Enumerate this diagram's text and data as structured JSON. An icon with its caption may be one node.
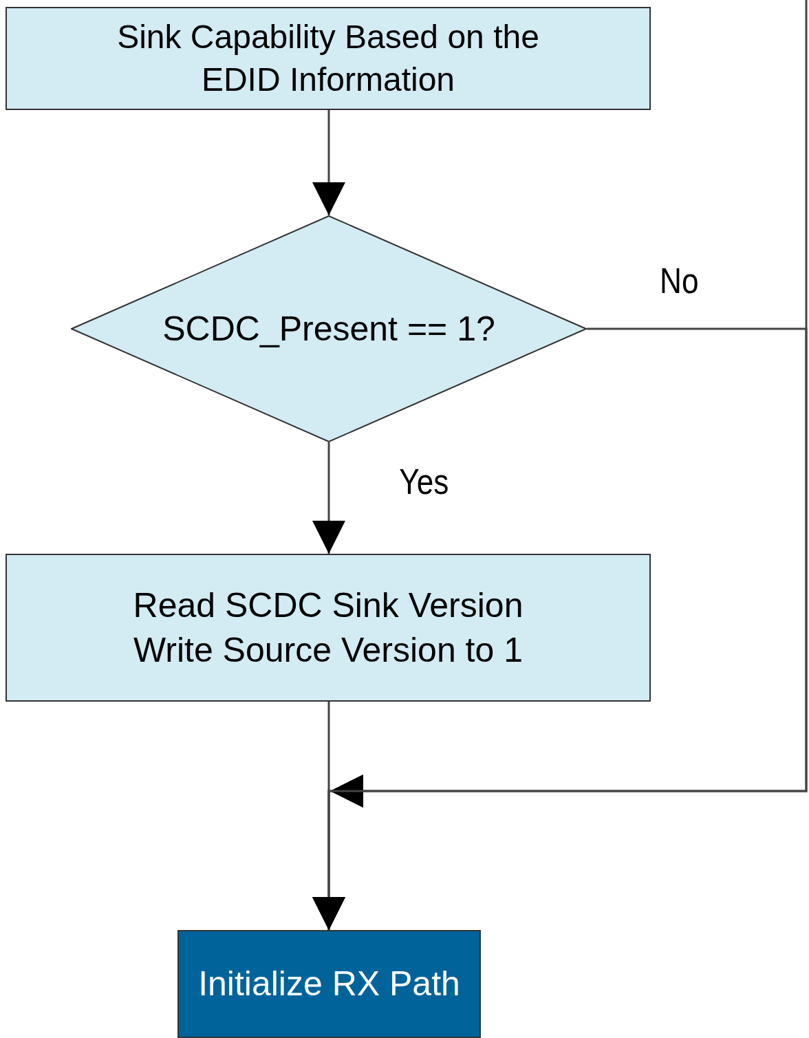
{
  "diagram": {
    "nodes": [
      {
        "text": [
          "Sink Capability Based on the EDID Information"
        ]
      },
      {
        "text": [
          "SCDC_Present == 1?"
        ]
      },
      {
        "text": [
          "Read SCDC Sink Version Write Source Version to 1"
        ]
      },
      {
        "text": [
          "Initialize RX Path"
        ]
      }
    ],
    "edges": [
      {
        "from": 0,
        "to": 1,
        "arrow": "to"
      },
      {
        "from": 1,
        "to": 2,
        "arrow": "to",
        "label": "Yes"
      },
      {
        "from": 1,
        "to": 3,
        "arrow": "to",
        "label": "No"
      },
      {
        "from": 2,
        "to": 3,
        "arrow": "to"
      },
      {
        "from": null,
        "to": 3,
        "arrow": "to"
      }
    ]
  }
}
